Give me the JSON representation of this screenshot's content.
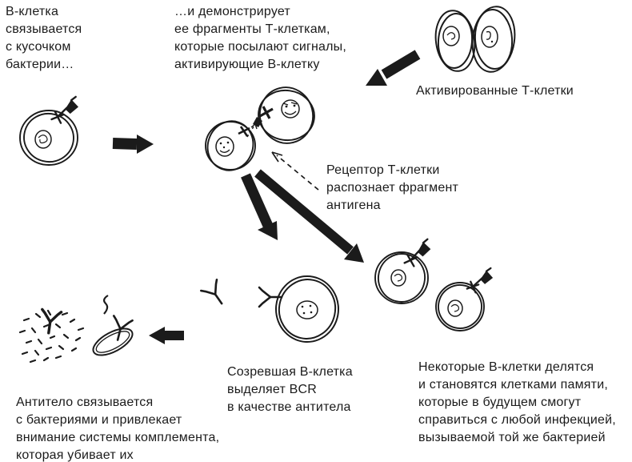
{
  "labels": {
    "b_cell_binds": "В-клетка\nсвязывается\nс кусочком\nбактерии…",
    "demonstrates_fragments": "…и демонстрирует\nее фрагменты Т-клеткам,\nкоторые посылают сигналы,\nактивирующие В-клетку",
    "activated_t_cells": "Активированные Т-клетки",
    "t_cell_receptor": "Рецептор Т-клетки\nраспознает фрагмент\nантигена",
    "mature_b_cell": "Созревшая В-клетка\nвыделяет BCR\nв качестве антитела",
    "memory_b_cells": "Некоторые В-клетки делятся\nи становятся клетками памяти,\nкоторые в будущем смогут\nсправиться с любой инфекцией,\nвызываемой той же бактерией",
    "antibody_complement": "Антитело связывается\nс бактериями и привлекает\nвнимание системы комплемента,\nкоторая убивает их"
  },
  "colors": {
    "ink": "#1b1b1b",
    "background": "#ffffff"
  },
  "figures": [
    "b-cell-with-bound-antigen",
    "arrow-right",
    "b-cell-t-cell-interaction",
    "activated-t-cells",
    "arrow-from-t-cells",
    "arrow-to-mature-b-cell",
    "arrow-to-memory-b-cells",
    "receptor-annotation-dashed-arrow",
    "mature-b-cell-with-antibodies",
    "memory-b-cells",
    "antibody-bound-bacterium",
    "destroyed-bacteria-debris",
    "arrow-left"
  ]
}
